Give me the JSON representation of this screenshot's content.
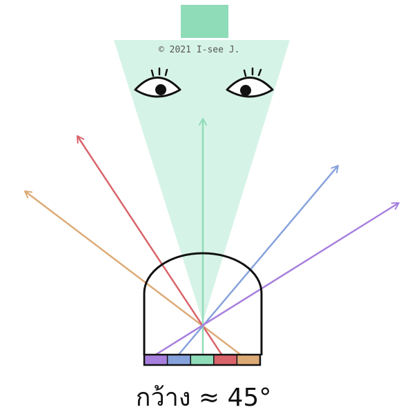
{
  "copyright": "© 2021 I-see  J.",
  "caption": "กว้าง ≈ 45°",
  "colors": {
    "viewer": "#8fdcb8",
    "cone": "#d6f3e7",
    "outline": "#111111",
    "purple": "#a77fdd",
    "blue": "#86a2dc",
    "green": "#8fdcb8",
    "red": "#d9636a",
    "orange": "#ddaa76"
  },
  "icons": [
    "eye-icon",
    "eye-icon"
  ],
  "light_strips": [
    "purple",
    "blue",
    "green",
    "red",
    "orange"
  ]
}
